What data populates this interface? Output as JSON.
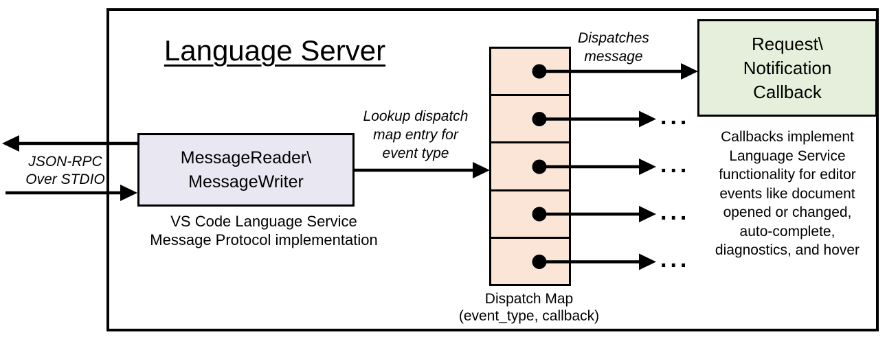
{
  "title": "Language Server",
  "io_label": {
    "line1": "JSON-RPC",
    "line2": "Over STDIO"
  },
  "reader": {
    "line1": "MessageReader\\",
    "line2": "MessageWriter"
  },
  "reader_caption": {
    "line1": "VS Code Language Service",
    "line2": "Message Protocol implementation"
  },
  "lookup": {
    "line1": "Lookup dispatch",
    "line2": "map entry for",
    "line3": "event type"
  },
  "dispatches": {
    "line1": "Dispatches",
    "line2": "message"
  },
  "callback_box": {
    "line1": "Request\\",
    "line2": "Notification",
    "line3": "Callback"
  },
  "dispatch_map": {
    "caption1": "Dispatch Map",
    "caption2": "(event_type, callback)",
    "ellipsis": "...",
    "row_count": 5
  },
  "note": {
    "line1": "Callbacks implement",
    "line2": "Language Service",
    "line3": "functionality for editor",
    "line4": "events like document",
    "line5": "opened or changed,",
    "line6": "auto-complete,",
    "line7": "diagnostics, and hover"
  },
  "colors": {
    "border": "#000000",
    "reader_fill": "#e9e7f1",
    "dispatch_fill": "#fbe5d6",
    "callback_fill": "#e6efdc",
    "background": "#ffffff"
  }
}
